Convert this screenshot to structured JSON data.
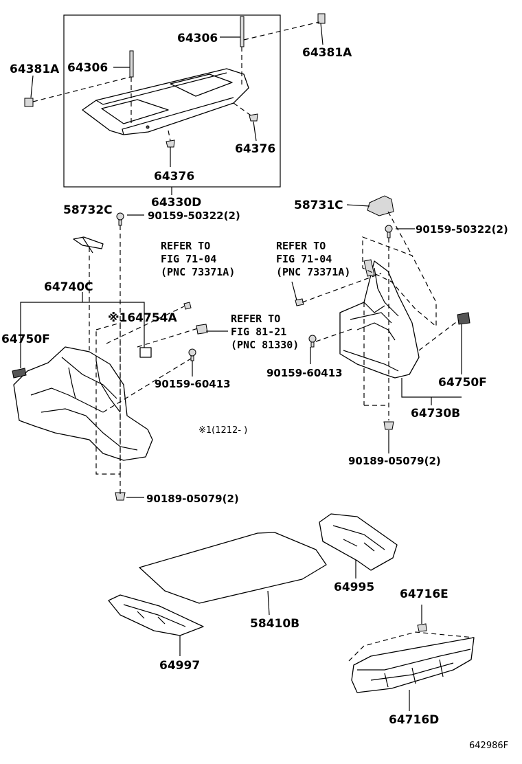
{
  "parts": {
    "p64381A_r": "64381A",
    "p64306_top": "64306",
    "p64381A_l": "64381A",
    "p64306_left": "64306",
    "p64376_right": "64376",
    "p64376_bottom": "64376",
    "p64330D": "64330D",
    "p58732C": "58732C",
    "p90159_50322_l": "90159-50322(2)",
    "p58731C": "58731C",
    "p90159_50322_r": "90159-50322(2)",
    "p64740C": "64740C",
    "p64754A": "※164754A",
    "p64750F_l": "64750F",
    "p90159_60413_l": "90159-60413",
    "p90159_60413_r": "90159-60413",
    "p64750F_r": "64750F",
    "p64730B": "64730B",
    "p90189_05079_r": "90189-05079(2)",
    "p90189_05079_l": "90189-05079(2)",
    "p64995": "64995",
    "p58410B": "58410B",
    "p64997": "64997",
    "p64716E": "64716E",
    "p64716D": "64716D"
  },
  "refs": {
    "ref1": [
      "REFER TO",
      "FIG 71-04",
      "(PNC 73371A)"
    ],
    "ref2": [
      "REFER TO",
      "FIG 71-04",
      "(PNC 73371A)"
    ],
    "ref3": [
      "REFER TO",
      "FIG 81-21",
      "(PNC 81330)"
    ]
  },
  "note": "※1(1212-    )",
  "diagram_code": "642986F"
}
